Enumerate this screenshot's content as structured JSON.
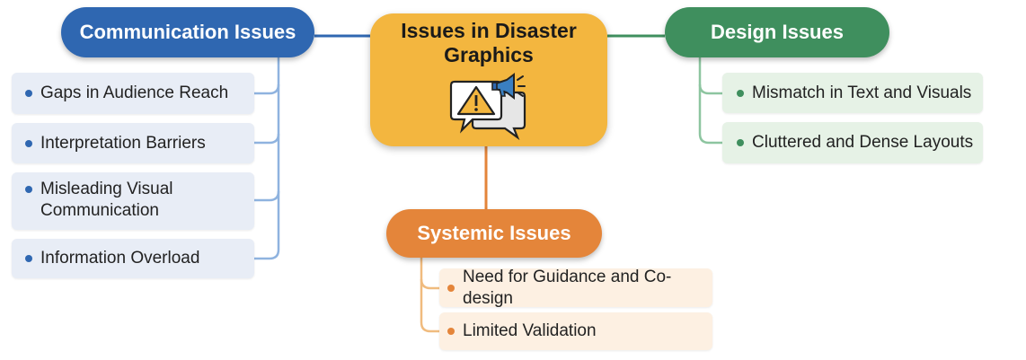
{
  "diagram": {
    "center": {
      "title": "Issues in Disaster Graphics",
      "icon": "warning-megaphone-icon"
    },
    "branches": [
      {
        "id": "communication",
        "title": "Communication Issues",
        "color": "#2f67b1",
        "items": [
          "Gaps in Audience Reach",
          "Interpretation Barriers",
          "Misleading Visual Communication",
          "Information Overload"
        ]
      },
      {
        "id": "design",
        "title": "Design Issues",
        "color": "#3f8f5e",
        "items": [
          "Mismatch in Text and Visuals",
          "Cluttered and Dense Layouts"
        ]
      },
      {
        "id": "systemic",
        "title": "Systemic Issues",
        "color": "#e4853a",
        "items": [
          "Need for Guidance and Co-design",
          "Limited Validation"
        ]
      }
    ]
  }
}
